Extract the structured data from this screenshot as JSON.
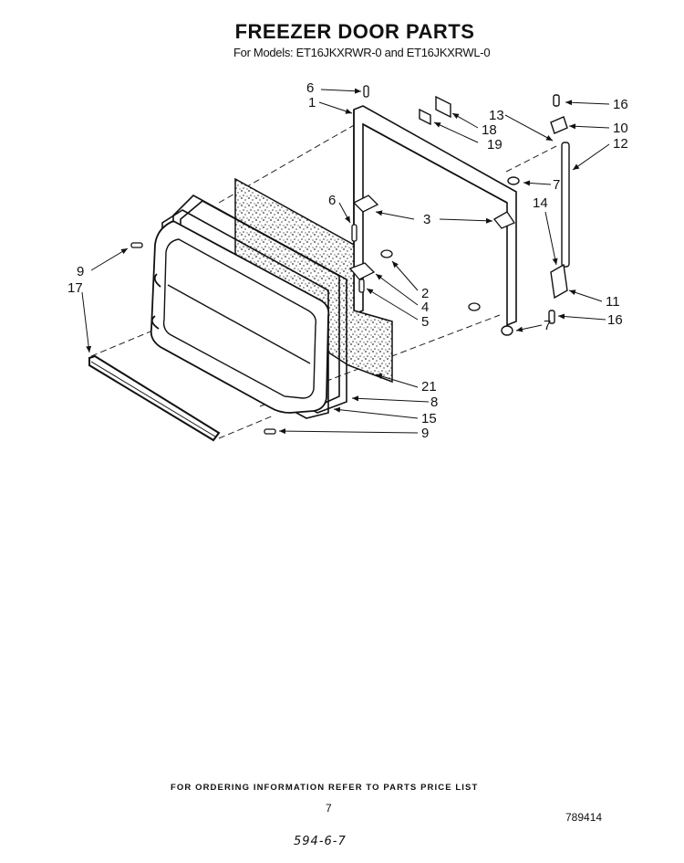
{
  "title": "FREEZER DOOR PARTS",
  "subtitle": "For Models: ET16JKXRWR-0 and ET16JKXRWL-0",
  "callouts": [
    {
      "id": "c6a",
      "text": "6"
    },
    {
      "id": "c1",
      "text": "1"
    },
    {
      "id": "c16a",
      "text": "16"
    },
    {
      "id": "c10",
      "text": "10"
    },
    {
      "id": "c13",
      "text": "13"
    },
    {
      "id": "c18",
      "text": "18"
    },
    {
      "id": "c19",
      "text": "19"
    },
    {
      "id": "c12",
      "text": "12"
    },
    {
      "id": "c7a",
      "text": "7"
    },
    {
      "id": "c6b",
      "text": "6"
    },
    {
      "id": "c3",
      "text": "3"
    },
    {
      "id": "c14",
      "text": "14"
    },
    {
      "id": "c9a",
      "text": "9"
    },
    {
      "id": "c17",
      "text": "17"
    },
    {
      "id": "c2",
      "text": "2"
    },
    {
      "id": "c4",
      "text": "4"
    },
    {
      "id": "c5",
      "text": "5"
    },
    {
      "id": "c11",
      "text": "11"
    },
    {
      "id": "c16b",
      "text": "16"
    },
    {
      "id": "c7b",
      "text": "7"
    },
    {
      "id": "c21",
      "text": "21"
    },
    {
      "id": "c8",
      "text": "8"
    },
    {
      "id": "c15",
      "text": "15"
    },
    {
      "id": "c9b",
      "text": "9"
    }
  ],
  "footer": "FOR ORDERING INFORMATION REFER TO PARTS PRICE LIST",
  "page_number": "7",
  "doc_number": "789414",
  "handwritten_note": "594-6-7"
}
